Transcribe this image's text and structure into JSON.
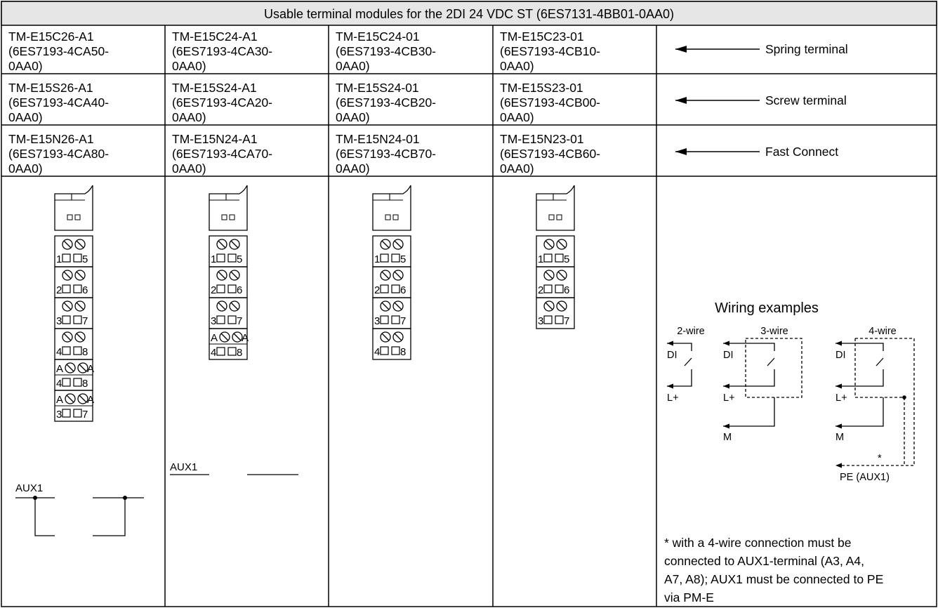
{
  "table": {
    "title": "Usable terminal modules for the 2DI 24 VDC ST (6ES7131-4BB01-0AA0)",
    "rows": [
      {
        "cells": [
          [
            "TM-E15C26-A1",
            "(6ES7193-4CA50-",
            "0AA0)"
          ],
          [
            "TM-E15C24-A1",
            "(6ES7193-4CA30-",
            "0AA0)"
          ],
          [
            "TM-E15C24-01",
            "(6ES7193-4CB30-",
            "0AA0)"
          ],
          [
            "TM-E15C23-01",
            "(6ES7193-4CB10-",
            "0AA0)"
          ]
        ],
        "type_label": "Spring terminal"
      },
      {
        "cells": [
          [
            "TM-E15S26-A1",
            "(6ES7193-4CA40-",
            "0AA0)"
          ],
          [
            "TM-E15S24-A1",
            "(6ES7193-4CA20-",
            "0AA0)"
          ],
          [
            "TM-E15S24-01",
            "(6ES7193-4CB20-",
            "0AA0)"
          ],
          [
            "TM-E15S23-01",
            "(6ES7193-4CB00-",
            "0AA0)"
          ]
        ],
        "type_label": "Screw terminal"
      },
      {
        "cells": [
          [
            "TM-E15N26-A1",
            "(6ES7193-4CA80-",
            "0AA0)"
          ],
          [
            "TM-E15N24-A1",
            "(6ES7193-4CA70-",
            "0AA0)"
          ],
          [
            "TM-E15N24-01",
            "(6ES7193-4CB70-",
            "0AA0)"
          ],
          [
            "TM-E15N23-01",
            "(6ES7193-4CB60-",
            "0AA0)"
          ]
        ],
        "type_label": "Fast Connect"
      }
    ]
  },
  "diagrams": {
    "aux_label": "AUX1",
    "pin_a": "A",
    "module_26": [
      [
        "1",
        "5"
      ],
      [
        "2",
        "6"
      ],
      [
        "3",
        "7"
      ],
      [
        "4",
        "8"
      ]
    ],
    "module_26_aux": [
      [
        "4",
        "8"
      ],
      [
        "3",
        "7"
      ]
    ],
    "module_24": [
      [
        "1",
        "5"
      ],
      [
        "2",
        "6"
      ],
      [
        "3",
        "7"
      ]
    ],
    "module_24_aux": [
      [
        "4",
        "8"
      ]
    ],
    "module_24_01": [
      [
        "1",
        "5"
      ],
      [
        "2",
        "6"
      ],
      [
        "3",
        "7"
      ],
      [
        "4",
        "8"
      ]
    ],
    "module_23": [
      [
        "1",
        "5"
      ],
      [
        "2",
        "6"
      ],
      [
        "3",
        "7"
      ]
    ]
  },
  "wiring": {
    "title": "Wiring examples",
    "two_wire": "2-wire",
    "three_wire": "3-wire",
    "four_wire": "4-wire",
    "di": "DI",
    "lplus": "L+",
    "m": "M",
    "pe": "PE (AUX1)",
    "star": "*",
    "note_lines": [
      "* with a 4-wire connection must be",
      "connected to AUX1-terminal (A3, A4,",
      "A7, A8); AUX1 must be connected to PE",
      "via PM-E"
    ]
  }
}
